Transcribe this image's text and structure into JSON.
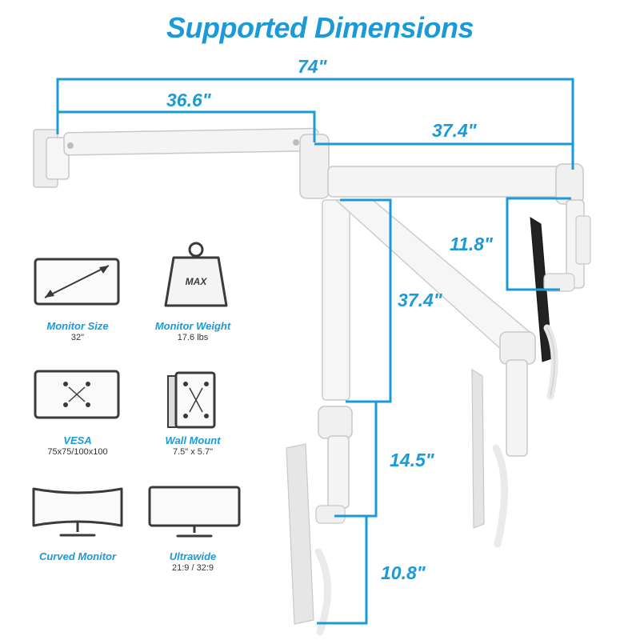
{
  "title": "Supported Dimensions",
  "dimensions": {
    "total_reach": "74\"",
    "first_arm": "36.6\"",
    "second_arm": "37.4\"",
    "upper_drop": "11.8\"",
    "diagonal_arm": "37.4\"",
    "mid_drop": "14.5\"",
    "lower_drop": "10.8\""
  },
  "specs": [
    {
      "label": "Monitor Size",
      "value": "32\"",
      "icon": "monitor-size-icon"
    },
    {
      "label": "Monitor Weight",
      "value": "17.6 lbs",
      "icon": "weight-icon"
    },
    {
      "label": "VESA",
      "value": "75x75/100x100",
      "icon": "vesa-icon"
    },
    {
      "label": "Wall Mount",
      "value": "7.5\" x 5.7\"",
      "icon": "wall-plate-icon"
    },
    {
      "label": "Curved Monitor",
      "value": "",
      "icon": "curved-monitor-icon"
    },
    {
      "label": "Ultrawide",
      "value": "21:9 / 32:9",
      "icon": "ultrawide-monitor-icon"
    }
  ],
  "weight_icon_text": "MAX",
  "colors": {
    "accent": "#1a9ad9",
    "arm": "#f2f2f2",
    "arm_stroke": "#c8c8c8",
    "icon_stroke": "#3a3a3a"
  }
}
